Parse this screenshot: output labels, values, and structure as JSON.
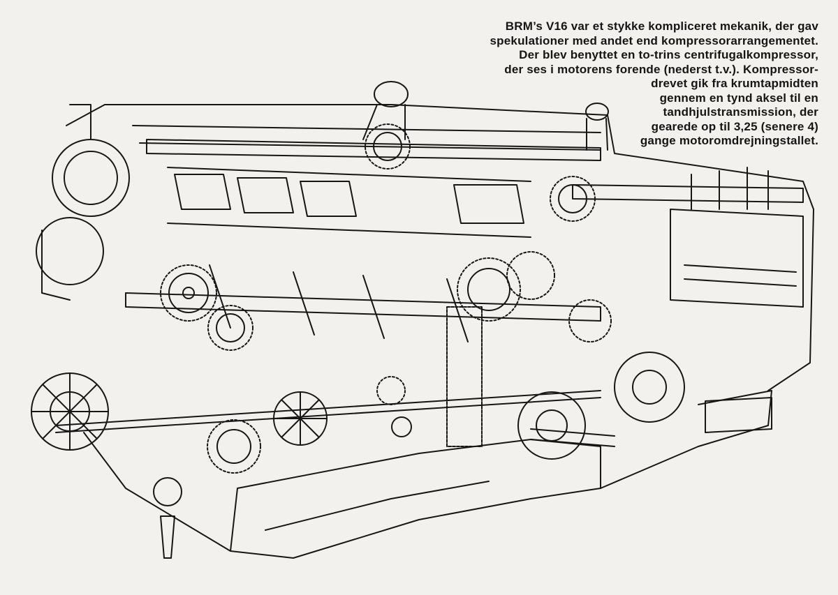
{
  "caption": {
    "lines": [
      "BRM’s V16 var et stykke kompliceret mekanik, der gav",
      "spekulationer med andet end kompressorarrangementet.",
      "Der blev benyttet en to-trins centrifugalkompressor,",
      "der ses i motorens forende (nederst t.v.). Kompressor-",
      "drevet gik fra krumtapmidten",
      "gennem en tynd aksel til en",
      "tandhjulstransmission, der",
      "gearede op til 3,25 (senere 4)",
      "gange motoromdrejningstallet."
    ]
  },
  "colors": {
    "paper": "#f2f1ed",
    "ink": "#151515"
  }
}
